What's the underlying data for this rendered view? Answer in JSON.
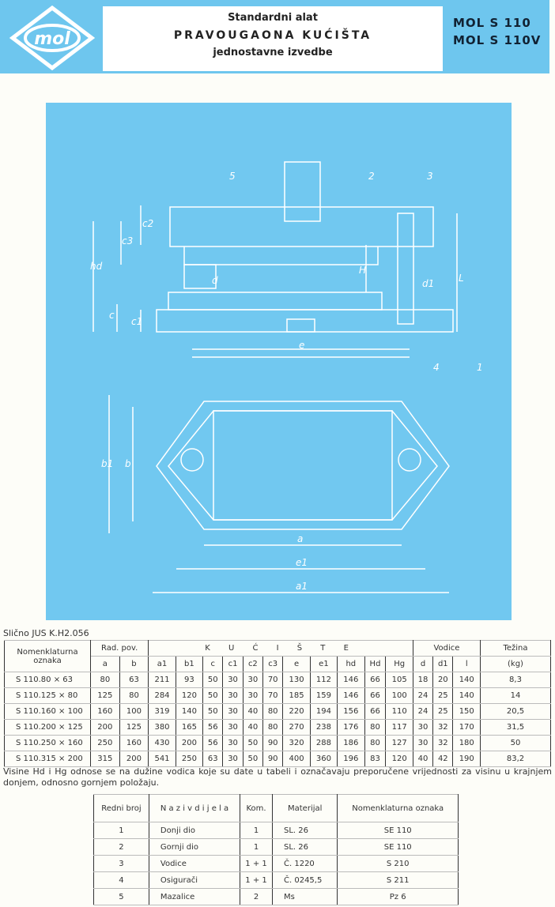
{
  "header": {
    "logo": "mol",
    "title_line1": "Standardni alat",
    "title_line2": "PRAVOUGAONA KUĆIŠTA",
    "title_line3": "jednostavne izvedbe",
    "code1": "MOL S 110",
    "code2": "MOL S 110V"
  },
  "drawing": {
    "labels": [
      "5",
      "2",
      "3",
      "4",
      "1",
      "c3",
      "c2",
      "hd",
      "c",
      "c1",
      "H",
      "L",
      "d",
      "d1",
      "e",
      "b1",
      "b",
      "a",
      "e1",
      "a1"
    ]
  },
  "standard_note": "Slično JUS K.H2.056",
  "table1": {
    "h_name": "Nomenklaturna oznaka",
    "h_rad": "Rad. pov.",
    "h_kuciste": "K U Ć I Š T E",
    "h_vodice": "Vodice",
    "h_tezina": "Težina",
    "sub": [
      "a",
      "b",
      "a1",
      "b1",
      "c",
      "c1",
      "c2",
      "c3",
      "e",
      "e1",
      "hd",
      "Hd",
      "Hg",
      "d",
      "d1",
      "l",
      "(kg)"
    ],
    "rows": [
      [
        "S 110.80 × 63",
        "80",
        "63",
        "211",
        "93",
        "50",
        "30",
        "30",
        "70",
        "130",
        "112",
        "146",
        "66",
        "105",
        "18",
        "20",
        "140",
        "8,3"
      ],
      [
        "S 110.125 × 80",
        "125",
        "80",
        "284",
        "120",
        "50",
        "30",
        "30",
        "70",
        "185",
        "159",
        "146",
        "66",
        "100",
        "24",
        "25",
        "140",
        "14"
      ],
      [
        "S 110.160 × 100",
        "160",
        "100",
        "319",
        "140",
        "50",
        "30",
        "40",
        "80",
        "220",
        "194",
        "156",
        "66",
        "110",
        "24",
        "25",
        "150",
        "20,5"
      ],
      [
        "S 110.200 × 125",
        "200",
        "125",
        "380",
        "165",
        "56",
        "30",
        "40",
        "80",
        "270",
        "238",
        "176",
        "80",
        "117",
        "30",
        "32",
        "170",
        "31,5"
      ],
      [
        "S 110.250 × 160",
        "250",
        "160",
        "430",
        "200",
        "56",
        "30",
        "50",
        "90",
        "320",
        "288",
        "186",
        "80",
        "127",
        "30",
        "32",
        "180",
        "50"
      ],
      [
        "S 110.315 × 200",
        "315",
        "200",
        "541",
        "250",
        "63",
        "30",
        "50",
        "90",
        "400",
        "360",
        "196",
        "83",
        "120",
        "40",
        "42",
        "190",
        "83,2"
      ]
    ]
  },
  "footnote": "Visine Hd i Hg odnose se na dužine vodica koje su date u tabeli i označavaju preporučene vrijednosti za visinu u krajnjem donjem, odnosno gornjem položaju.",
  "table2": {
    "headers": [
      "Redni broj",
      "N a z i v  d i j e l a",
      "Kom.",
      "Materijal",
      "Nomenklaturna oznaka"
    ],
    "rows": [
      [
        "1",
        "Donji dio",
        "1",
        "SL. 26",
        "SE 110"
      ],
      [
        "2",
        "Gornji dio",
        "1",
        "SL. 26",
        "SE 110"
      ],
      [
        "3",
        "Vodice",
        "1 + 1",
        "Č. 1220",
        "S 210"
      ],
      [
        "4",
        "Osigurači",
        "1 + 1",
        "Č. 0245,5",
        "S 211"
      ],
      [
        "5",
        "Mazalice",
        "2",
        "Ms",
        "Pz 6"
      ]
    ]
  }
}
